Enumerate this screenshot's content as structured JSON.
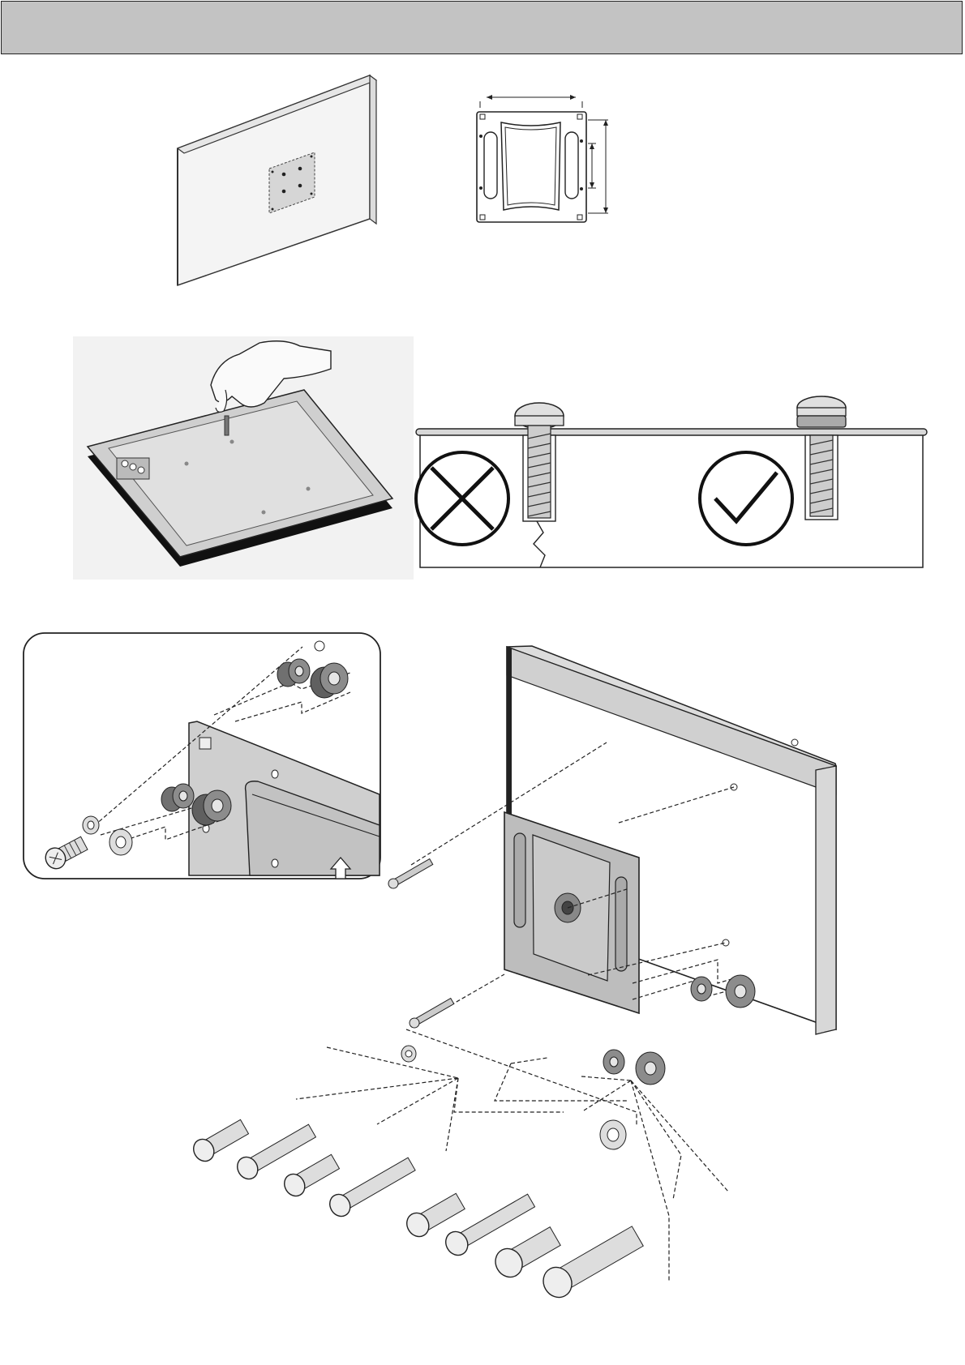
{
  "document": {
    "header_bar": {
      "text": "",
      "fill_color": "#c3c3c3",
      "border_color": "#222222"
    },
    "figures": [
      {
        "id": "tv-back-vesa-pattern",
        "icon": "tv-back-icon"
      },
      {
        "id": "mounting-plate-dimensions",
        "icon": "plate-dimension-icon"
      },
      {
        "id": "hand-inserting-screw",
        "icon": "hand-screw-icon"
      },
      {
        "id": "screw-depth-check",
        "icon": "screw-depth-icon",
        "wrong_mark": "cross-icon",
        "right_mark": "check-icon"
      },
      {
        "id": "spacer-detail-inset",
        "icon": "spacer-detail-icon"
      },
      {
        "id": "plate-attachment-exploded",
        "icon": "exploded-assembly-icon"
      }
    ]
  }
}
